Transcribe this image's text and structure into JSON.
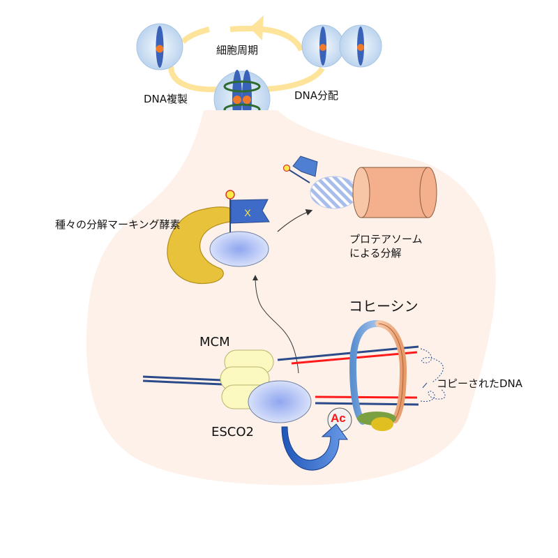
{
  "labels": {
    "cell_cycle": "細胞周期",
    "dna_replication": "DNA複製",
    "dna_segregation": "DNA分配",
    "marking_enzymes": "種々の分解マーキング酵素",
    "proteasome_line1": "プロテアソーム",
    "proteasome_line2": "による分解",
    "cohesin": "コヒーシン",
    "mcm": "MCM",
    "copied_dna": "コピーされたDNA",
    "esco2": "ESCO2",
    "acetyl": "Ac",
    "flag_mark": "X"
  },
  "colors": {
    "cycle_arrow": "#fde49a",
    "cell": "#c4daf0",
    "chromosome": "#3a62b8",
    "centromere": "#f07a2a",
    "cohesin_ring_green": "#2f6a2f",
    "background_cell": "#fdf1ea",
    "enzyme": "#e8c23a",
    "flag": "#3d6bc7",
    "proteasome": "#f4b08c",
    "protein": "#b9c8f0",
    "dna_blue": "#2a4a8a",
    "dna_red": "#ff1a1a",
    "mcm": "#fbf8c0",
    "esco2_arrow": "#2a62c8"
  }
}
